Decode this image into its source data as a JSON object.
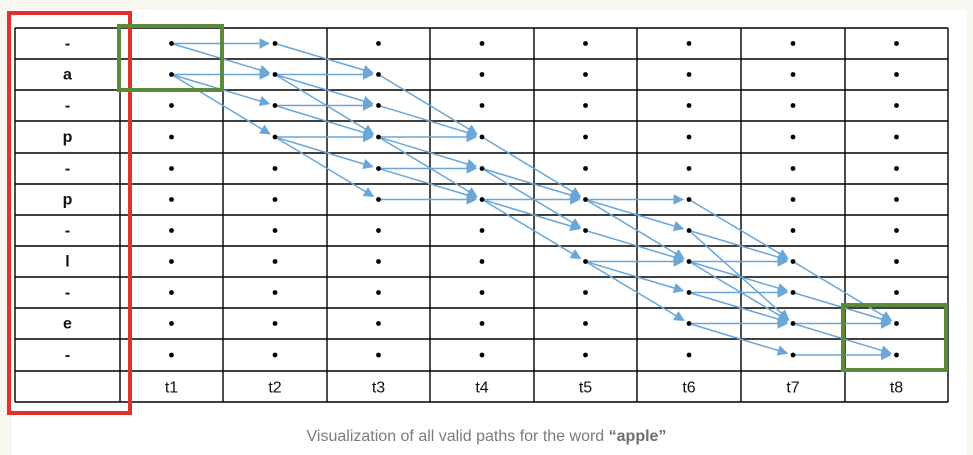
{
  "grid": {
    "row_labels": [
      "-",
      "a",
      "-",
      "p",
      "-",
      "p",
      "-",
      "l",
      "-",
      "e",
      "-"
    ],
    "col_labels": [
      "t1",
      "t2",
      "t3",
      "t4",
      "t5",
      "t6",
      "t7",
      "t8"
    ]
  },
  "paths": [
    [
      [
        1,
        0
      ],
      [
        2,
        0
      ]
    ],
    [
      [
        1,
        0
      ],
      [
        2,
        1
      ]
    ],
    [
      [
        1,
        1
      ],
      [
        2,
        1
      ]
    ],
    [
      [
        1,
        1
      ],
      [
        2,
        2
      ]
    ],
    [
      [
        1,
        1
      ],
      [
        2,
        3
      ]
    ],
    [
      [
        2,
        0
      ],
      [
        3,
        1
      ]
    ],
    [
      [
        2,
        1
      ],
      [
        3,
        1
      ]
    ],
    [
      [
        2,
        1
      ],
      [
        3,
        2
      ]
    ],
    [
      [
        2,
        1
      ],
      [
        3,
        3
      ]
    ],
    [
      [
        2,
        2
      ],
      [
        3,
        2
      ]
    ],
    [
      [
        2,
        2
      ],
      [
        3,
        3
      ]
    ],
    [
      [
        2,
        3
      ],
      [
        3,
        3
      ]
    ],
    [
      [
        2,
        3
      ],
      [
        3,
        4
      ]
    ],
    [
      [
        2,
        3
      ],
      [
        3,
        5
      ]
    ],
    [
      [
        3,
        1
      ],
      [
        4,
        3
      ]
    ],
    [
      [
        3,
        2
      ],
      [
        4,
        3
      ]
    ],
    [
      [
        3,
        3
      ],
      [
        4,
        3
      ]
    ],
    [
      [
        3,
        3
      ],
      [
        4,
        4
      ]
    ],
    [
      [
        3,
        3
      ],
      [
        4,
        5
      ]
    ],
    [
      [
        3,
        4
      ],
      [
        4,
        4
      ]
    ],
    [
      [
        3,
        4
      ],
      [
        4,
        5
      ]
    ],
    [
      [
        3,
        5
      ],
      [
        4,
        5
      ]
    ],
    [
      [
        4,
        3
      ],
      [
        5,
        5
      ]
    ],
    [
      [
        4,
        4
      ],
      [
        5,
        5
      ]
    ],
    [
      [
        4,
        4
      ],
      [
        5,
        6
      ]
    ],
    [
      [
        4,
        5
      ],
      [
        5,
        5
      ]
    ],
    [
      [
        4,
        5
      ],
      [
        5,
        6
      ]
    ],
    [
      [
        4,
        5
      ],
      [
        5,
        7
      ]
    ],
    [
      [
        5,
        5
      ],
      [
        6,
        5
      ]
    ],
    [
      [
        5,
        5
      ],
      [
        6,
        6
      ]
    ],
    [
      [
        5,
        5
      ],
      [
        6,
        7
      ]
    ],
    [
      [
        5,
        6
      ],
      [
        6,
        7
      ]
    ],
    [
      [
        5,
        7
      ],
      [
        6,
        7
      ]
    ],
    [
      [
        5,
        7
      ],
      [
        6,
        8
      ]
    ],
    [
      [
        5,
        7
      ],
      [
        6,
        9
      ]
    ],
    [
      [
        6,
        5
      ],
      [
        7,
        7
      ]
    ],
    [
      [
        6,
        6
      ],
      [
        7,
        7
      ]
    ],
    [
      [
        6,
        6
      ],
      [
        7,
        9
      ]
    ],
    [
      [
        6,
        7
      ],
      [
        7,
        7
      ]
    ],
    [
      [
        6,
        7
      ],
      [
        7,
        8
      ]
    ],
    [
      [
        6,
        7
      ],
      [
        7,
        9
      ]
    ],
    [
      [
        6,
        8
      ],
      [
        7,
        8
      ]
    ],
    [
      [
        6,
        8
      ],
      [
        7,
        9
      ]
    ],
    [
      [
        6,
        9
      ],
      [
        7,
        9
      ]
    ],
    [
      [
        6,
        9
      ],
      [
        7,
        10
      ]
    ],
    [
      [
        7,
        7
      ],
      [
        8,
        9
      ]
    ],
    [
      [
        7,
        8
      ],
      [
        8,
        9
      ]
    ],
    [
      [
        7,
        9
      ],
      [
        8,
        9
      ]
    ],
    [
      [
        7,
        9
      ],
      [
        8,
        10
      ]
    ],
    [
      [
        7,
        10
      ],
      [
        8,
        10
      ]
    ]
  ],
  "colors": {
    "arrow": "#6aa6d8",
    "label_box": "#e03030",
    "start_box": "#5b8a3a",
    "end_box": "#5b8a3a"
  },
  "caption": {
    "prefix": "Visualization of all valid paths for the word ",
    "word": "“apple”"
  }
}
